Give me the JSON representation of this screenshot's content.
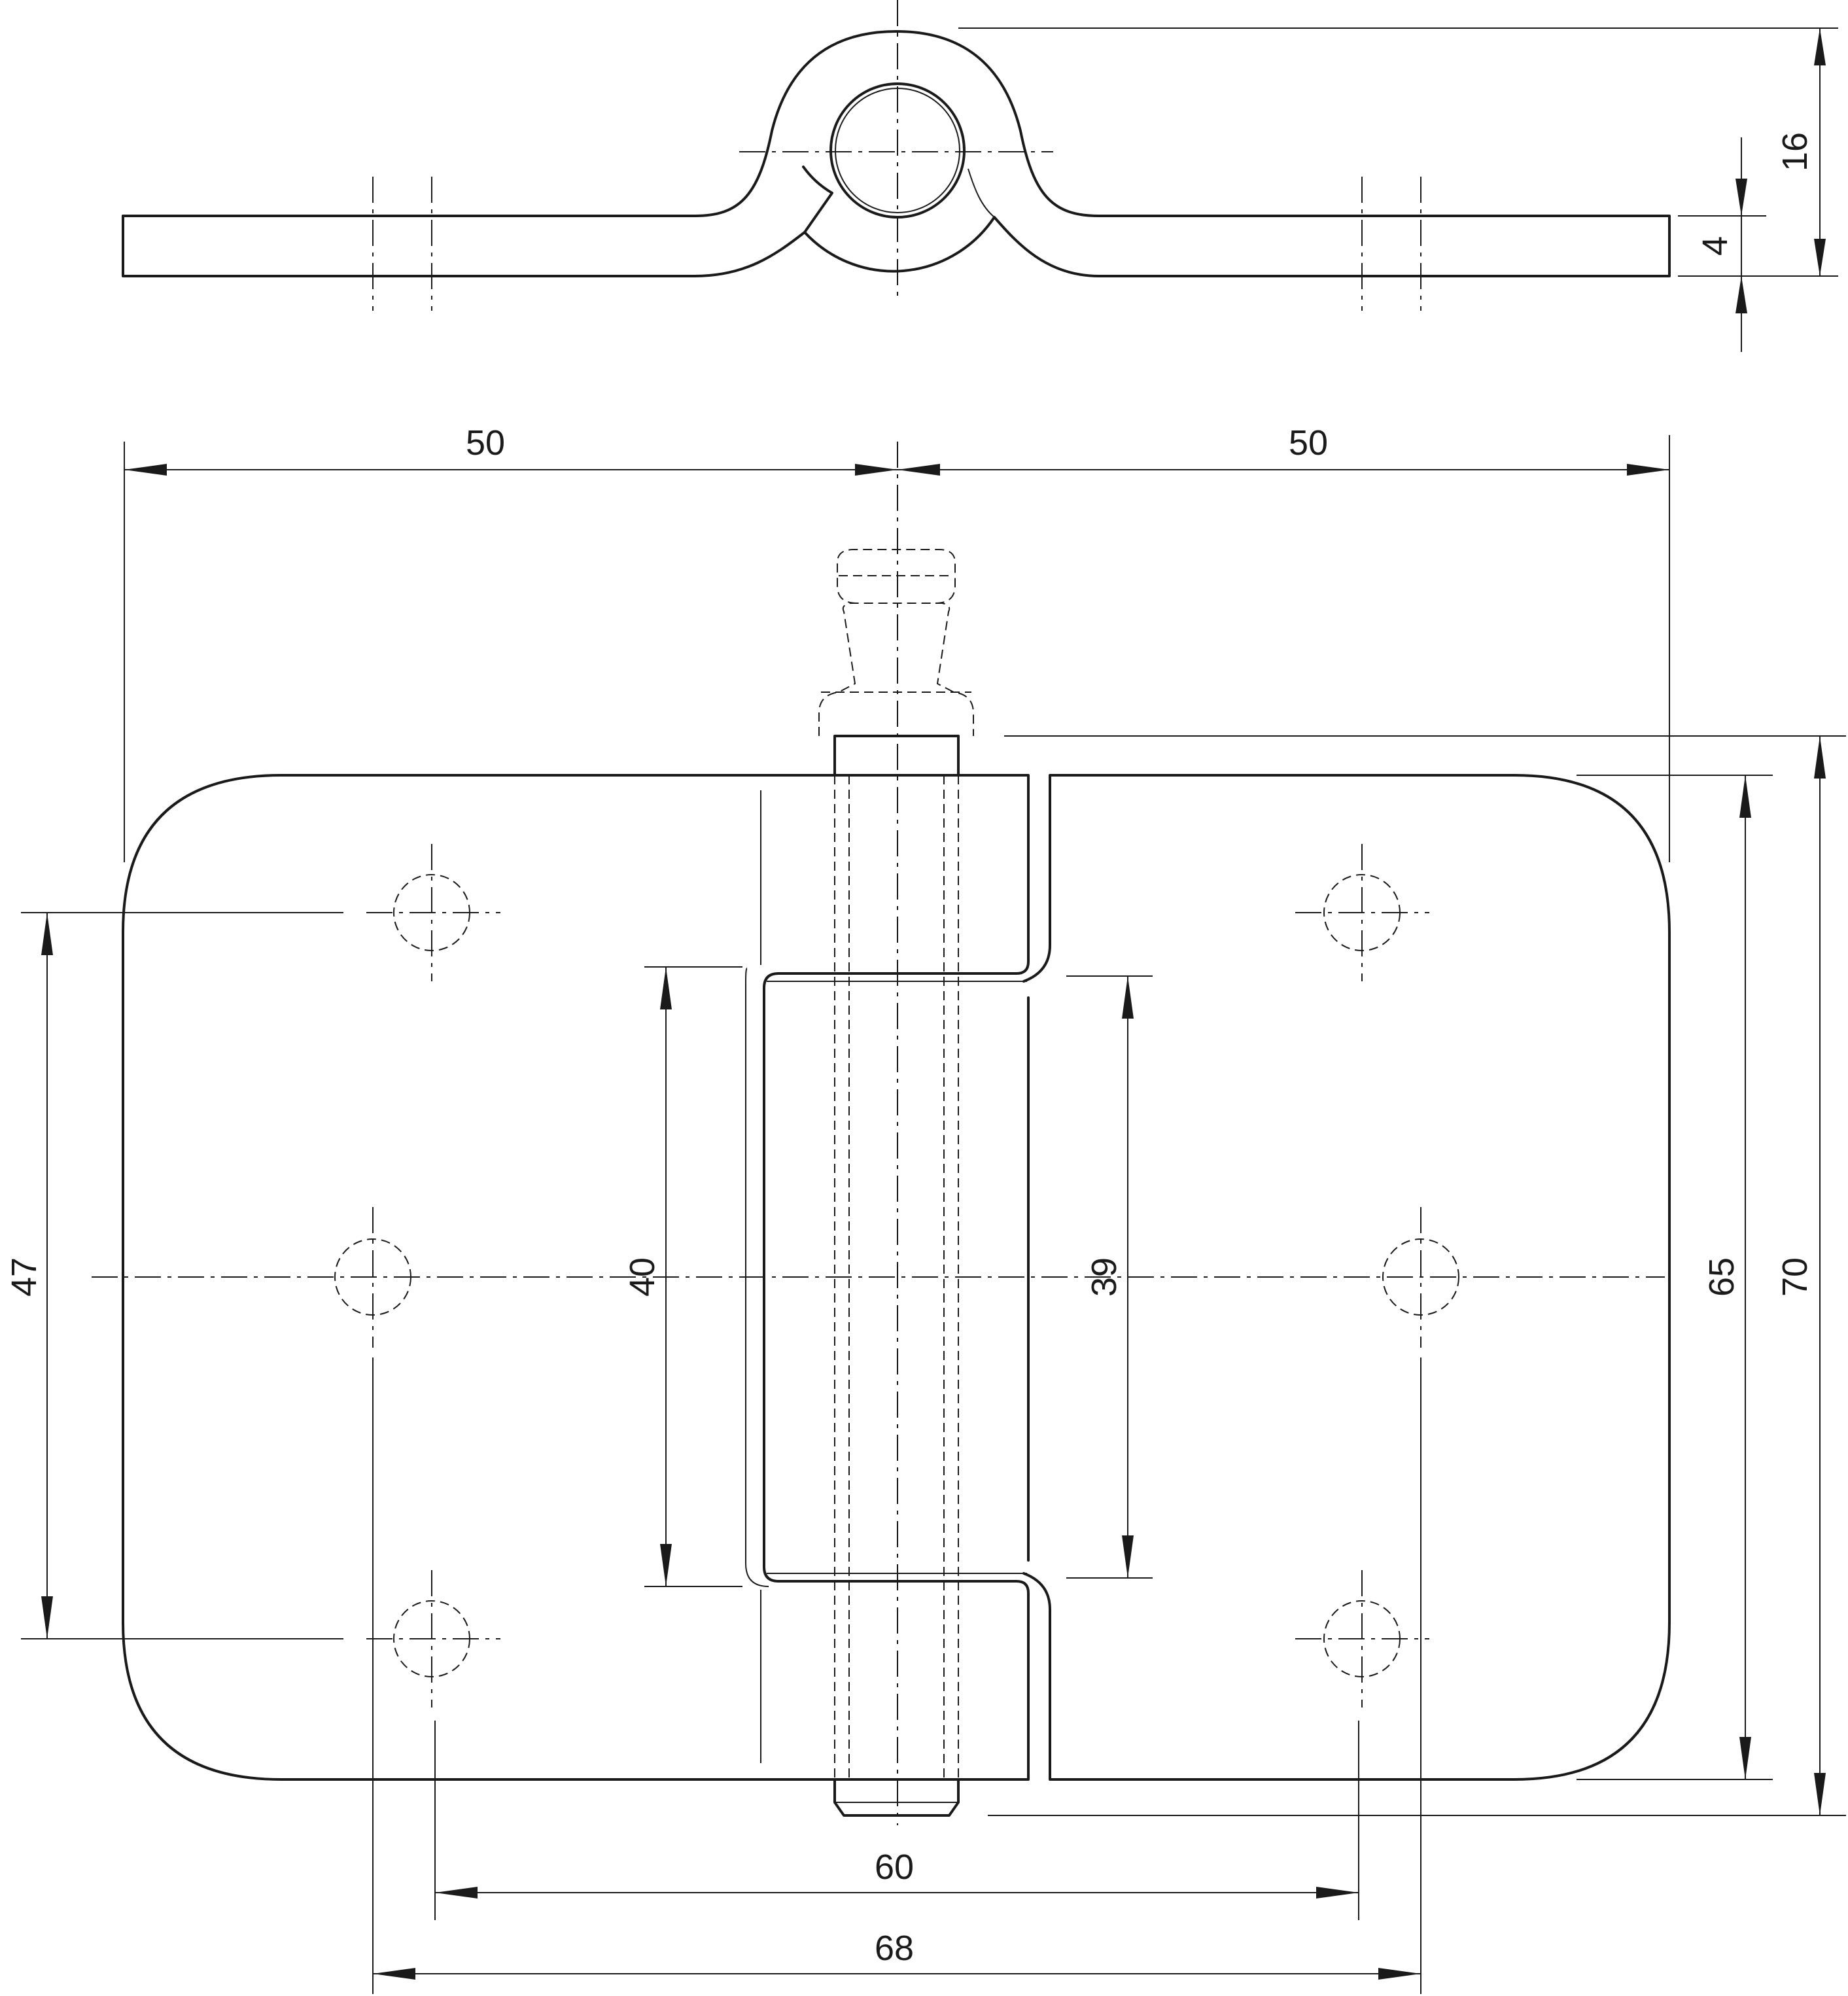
{
  "dimensions": {
    "top_height": "16",
    "top_thickness": "4",
    "left_half_width": "50",
    "right_half_width": "50",
    "left_hole_spacing": "47",
    "left_knuckle_length": "40",
    "right_knuckle_length": "39",
    "leaf_height": "65",
    "overall_height": "70",
    "outer_hole_spacing": "60",
    "inner_hole_spacing": "68"
  },
  "colors": {
    "line": "#1a1a1a",
    "background": "#ffffff"
  }
}
